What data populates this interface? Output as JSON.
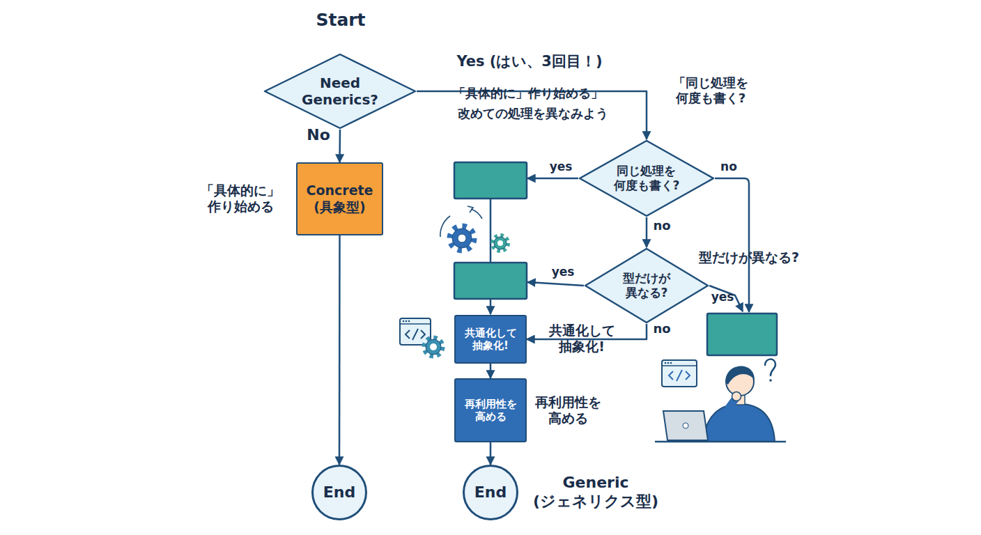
{
  "diagram": {
    "nodes": [
      {
        "text": [
          "Need Generics?"
        ]
      },
      {
        "text": [
          "Concrete (具象型)"
        ]
      },
      {
        "text": [
          "同じ処理を 何度も書く?"
        ]
      },
      {
        "text": [
          "型だけが 異なる?"
        ]
      },
      {
        "text": [
          "共通化して 抽象化!"
        ]
      },
      {
        "text": [
          "再利用性を 高める"
        ]
      },
      {
        "text": [
          "End"
        ]
      },
      {
        "text": [
          "End"
        ]
      }
    ],
    "edges": [
      {
        "from": 0,
        "to": 1,
        "label": "No",
        "arrow": "to"
      },
      {
        "from": 0,
        "to": 2,
        "label": "Yes (はい、3回目！)",
        "arrow": "to"
      },
      {
        "from": 1,
        "to": 6,
        "arrow": "to"
      },
      {
        "from": 2,
        "to": 3,
        "label": "no",
        "arrow": "to"
      },
      {
        "from": 3,
        "to": 4,
        "label": "no",
        "arrow": "to"
      },
      {
        "from": 4,
        "to": 5,
        "arrow": "to"
      },
      {
        "from": 5,
        "to": 7,
        "arrow": "to"
      }
    ],
    "labels": [
      "Start",
      "「具体的に」 作り始める",
      "「具体的に」作り始める」",
      "改めての処理を異なみよう",
      "「同じ処理を 何度も書く?",
      "yes",
      "no",
      "yes",
      "型だけが異なる?",
      "yes",
      "共通化して 抽象化!",
      "再利用性を 高める",
      "Generic (ジェネリクス型)"
    ]
  }
}
